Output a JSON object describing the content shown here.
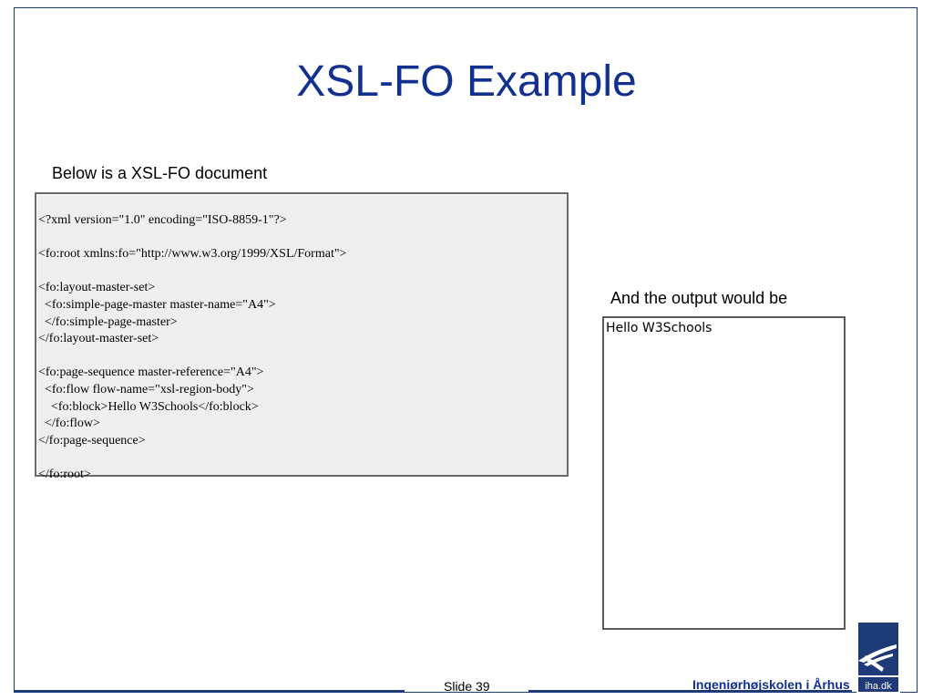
{
  "slide": {
    "title": "XSL-FO Example",
    "intro_text": "Below is a XSL-FO document",
    "code_lines": [
      "<?xml version=\"1.0\" encoding=\"ISO-8859-1\"?>",
      "",
      "<fo:root xmlns:fo=\"http://www.w3.org/1999/XSL/Format\">",
      "",
      "<fo:layout-master-set>",
      "  <fo:simple-page-master master-name=\"A4\">",
      "  </fo:simple-page-master>",
      "</fo:layout-master-set>",
      "",
      "<fo:page-sequence master-reference=\"A4\">",
      "  <fo:flow flow-name=\"xsl-region-body\">",
      "    <fo:block>Hello W3Schools</fo:block>",
      "  </fo:flow>",
      "</fo:page-sequence>",
      "",
      "</fo:root>"
    ],
    "output_label": "And the output would be",
    "output_text": "Hello W3Schools"
  },
  "footer": {
    "slide_number": "Slide 39",
    "institution": "Ingeniørhøjskolen i Århus",
    "logo_text": "iha.dk"
  },
  "colors": {
    "title": "#12308f",
    "frame": "#1f3a78",
    "logo_bg": "#1f3a78"
  }
}
